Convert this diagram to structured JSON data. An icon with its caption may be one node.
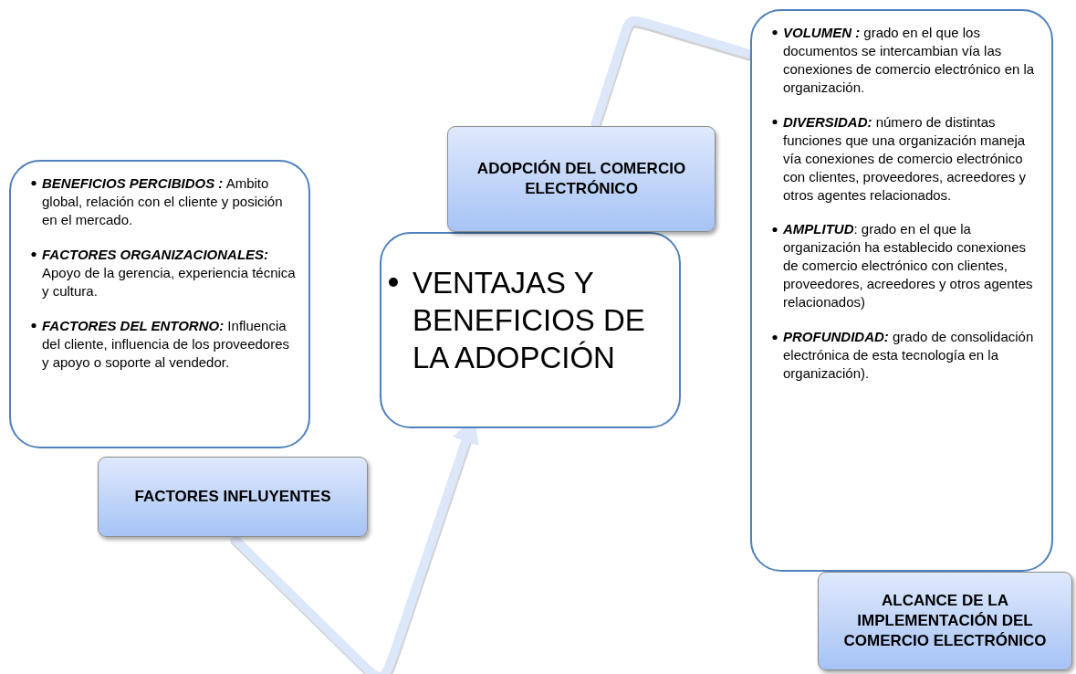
{
  "diagram": {
    "nodes": [
      {
        "text": [
          "**BENEFICIOS PERCIBIDOS :** Ambito global, relación con el cliente y posición en el mercado.",
          "**FACTORES ORGANIZACIONALES:** Apoyo de la gerencia, experiencia técnica y cultura.",
          "**FACTORES DEL ENTORNO:** Influencia del cliente, influencia de los proveedores y apoyo o soporte al vendedor."
        ]
      },
      {
        "text": [
          "FACTORES INFLUYENTES"
        ]
      },
      {
        "text": [
          "VENTAJAS Y BENEFICIOS DE LA ADOPCIÓN"
        ]
      },
      {
        "text": [
          "ADOPCIÓN DEL COMERCIO ELECTRÓNICO"
        ]
      },
      {
        "text": [
          "**VOLUMEN :** grado en el que los documentos se intercambian vía las conexiones de comercio electrónico en la organización.",
          "**DIVERSIDAD:** número de distintas funciones que una organización maneja vía conexiones de comercio electrónico con clientes, proveedores, acreedores y otros agentes relacionados.",
          "**AMPLITUD**: grado en el que la organización ha establecido conexiones de comercio electrónico con clientes, proveedores, acreedores y otros agentes relacionados)",
          "**PROFUNDIDAD:** grado de consolidación electrónica de esta tecnología en la organización)."
        ]
      },
      {
        "text": [
          "ALCANCE DE LA IMPLEMENTACIÓN DEL COMERCIO ELECTRÓNICO"
        ]
      }
    ],
    "edges": [
      {
        "from": 1,
        "to": 2,
        "arrow": "to"
      },
      {
        "from": 3,
        "to": 4,
        "arrow": "none"
      }
    ]
  }
}
